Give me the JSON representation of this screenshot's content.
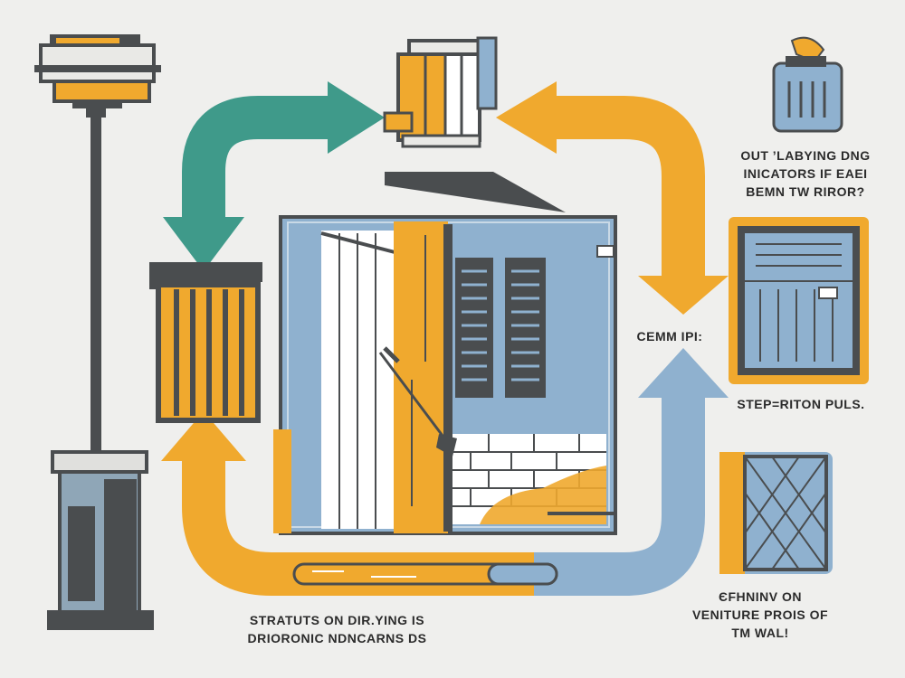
{
  "colors": {
    "background": "#efefed",
    "dark": "#4a4d4f",
    "blue": "#8fb1cf",
    "yellow": "#f0a92e",
    "teal": "#3f9a8a",
    "white": "#ffffff",
    "text": "#2b2b2b"
  },
  "labels": {
    "top_right": [
      "OUT ’LABYING DNG",
      "INICATORS IF EAEI",
      "BEMN TW RIROR?"
    ],
    "middle_right": "CEMM IPI:",
    "right_box_caption": "STEP=RITON PULS.",
    "bottom_right": [
      "ЄFHNINV ON",
      "VENITURE PROIS OF",
      "TM WAL!"
    ],
    "bottom_left": [
      "STRATUTS ON DIR.YING IS",
      "DRIORONIC NDNCARNS DS"
    ]
  },
  "icons": {
    "street_lamp": "street-lamp-icon",
    "radiator_top": "radiator-icon",
    "radiator_left": "radiator-icon",
    "dehumidifier": "dehumidifier-icon",
    "window_unit": "window-vent-icon",
    "mesh_panel": "mesh-panel-icon",
    "house": "house-wall-icon",
    "pipe": "pipe-icon"
  }
}
